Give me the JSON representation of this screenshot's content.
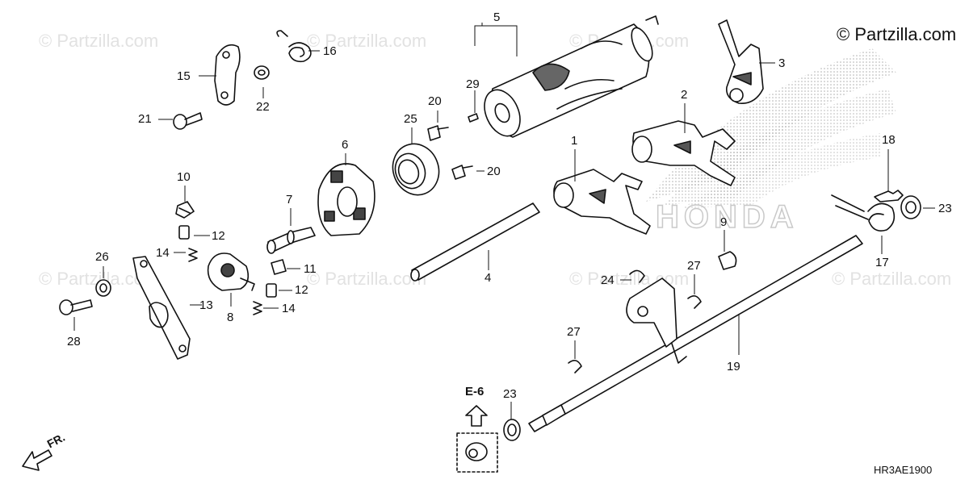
{
  "watermark": {
    "copyright": "© Partzilla.com",
    "tile_text": "© Partzilla.com"
  },
  "drawing_code": "HR3AE1900",
  "direction_label": "FR.",
  "reference_label": "E-6",
  "background_text": "HONDA",
  "callouts": [
    {
      "id": "c1",
      "label": "1"
    },
    {
      "id": "c2",
      "label": "2"
    },
    {
      "id": "c3",
      "label": "3"
    },
    {
      "id": "c4",
      "label": "4"
    },
    {
      "id": "c5",
      "label": "5"
    },
    {
      "id": "c6",
      "label": "6"
    },
    {
      "id": "c7",
      "label": "7"
    },
    {
      "id": "c8",
      "label": "8"
    },
    {
      "id": "c9",
      "label": "9"
    },
    {
      "id": "c10",
      "label": "10"
    },
    {
      "id": "c11",
      "label": "11"
    },
    {
      "id": "c12a",
      "label": "12"
    },
    {
      "id": "c12b",
      "label": "12"
    },
    {
      "id": "c13",
      "label": "13"
    },
    {
      "id": "c14a",
      "label": "14"
    },
    {
      "id": "c14b",
      "label": "14"
    },
    {
      "id": "c15",
      "label": "15"
    },
    {
      "id": "c16",
      "label": "16"
    },
    {
      "id": "c17",
      "label": "17"
    },
    {
      "id": "c18",
      "label": "18"
    },
    {
      "id": "c19",
      "label": "19"
    },
    {
      "id": "c20a",
      "label": "20"
    },
    {
      "id": "c20b",
      "label": "20"
    },
    {
      "id": "c21",
      "label": "21"
    },
    {
      "id": "c22",
      "label": "22"
    },
    {
      "id": "c23a",
      "label": "23"
    },
    {
      "id": "c23b",
      "label": "23"
    },
    {
      "id": "c24",
      "label": "24"
    },
    {
      "id": "c25",
      "label": "25"
    },
    {
      "id": "c26",
      "label": "26"
    },
    {
      "id": "c27a",
      "label": "27"
    },
    {
      "id": "c27b",
      "label": "27"
    },
    {
      "id": "c28",
      "label": "28"
    },
    {
      "id": "c29",
      "label": "29"
    }
  ]
}
